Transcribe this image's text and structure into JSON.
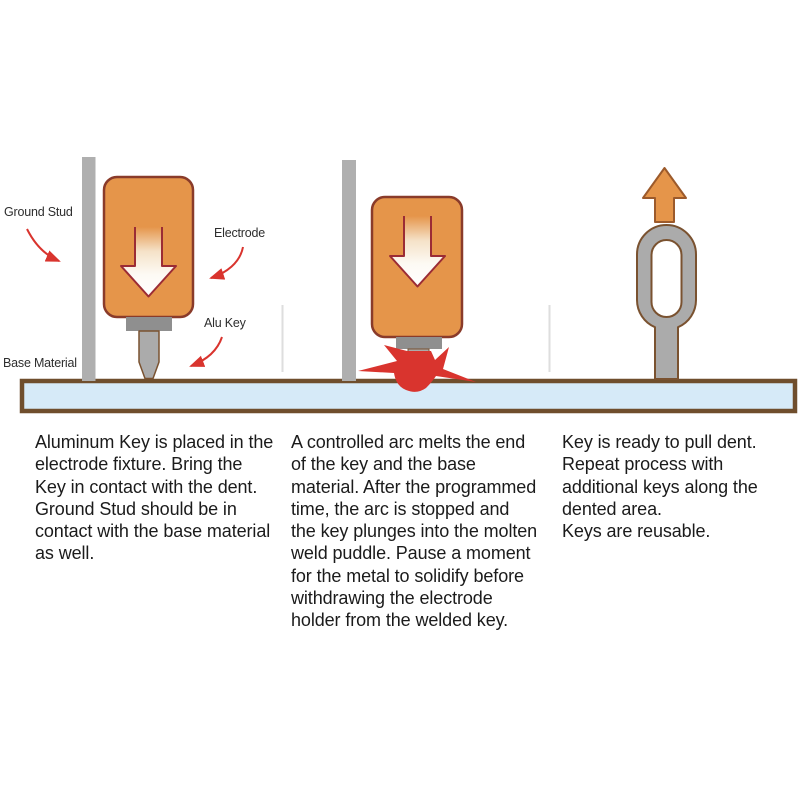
{
  "figure": {
    "labels": {
      "ground_stud": "Ground Stud",
      "electrode": "Electrode",
      "alu_key": "Alu Key",
      "base_material": "Base Material"
    },
    "icons": {
      "down_arrow": "press-down-arrow",
      "up_arrow": "pull-up-arrow",
      "spark": "weld-arc-spark"
    }
  },
  "steps": [
    {
      "text": "Aluminum Key is placed in the\nelectrode fixture. Bring the\nKey in contact with the dent.\nGround Stud should be in\ncontact with the base material\nas well."
    },
    {
      "text": "A controlled arc melts the end\nof the key and the base\nmaterial. After the programmed\ntime, the arc is stopped and\nthe key plunges into the molten\nweld puddle. Pause a moment\nfor the metal to solidify before\nwithdrawing the electrode\nholder from the welded key."
    },
    {
      "text": "Key is ready to pull dent.\nRepeat process with\nadditional keys along the\ndented area.\nKeys are reusable."
    }
  ],
  "colors": {
    "orange": "#E5954A",
    "orange-border": "#8A3B2A",
    "arrow-outline": "#9B2C35",
    "up-arrow-border": "#9C5A2B",
    "gray-stud": "#AFAFAF",
    "gray-key": "#ABABAB",
    "cap-gray": "#8F8F8F",
    "key-border": "#7A5230",
    "base-fill": "#D6EAF8",
    "base-border": "#6F4E2D",
    "red": "#D9342E",
    "divider": "#DEDEDE",
    "text": "#1B1B1B",
    "label-text": "#2E2E2E"
  }
}
